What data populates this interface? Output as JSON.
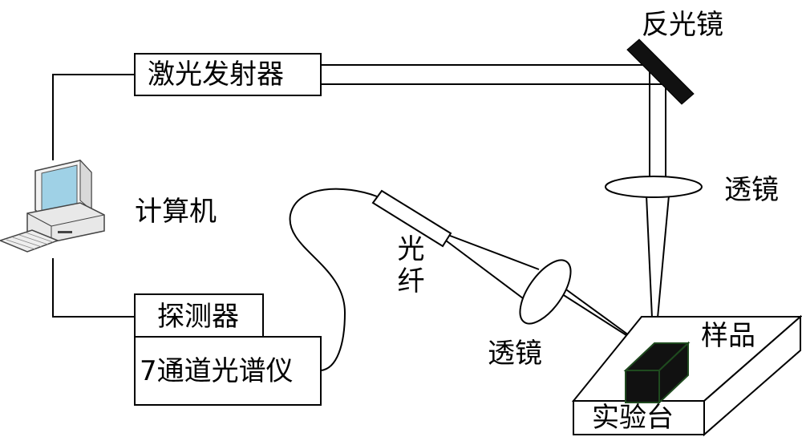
{
  "labels": {
    "laser": "激光发射器",
    "mirror": "反光镜",
    "lens_top": "透镜",
    "computer": "计算机",
    "fiber": "光纤",
    "lens_bottom": "透镜",
    "sample": "样品",
    "detector": "探测器",
    "spectrometer": "7通道光谱仪",
    "stage": "实验台"
  }
}
